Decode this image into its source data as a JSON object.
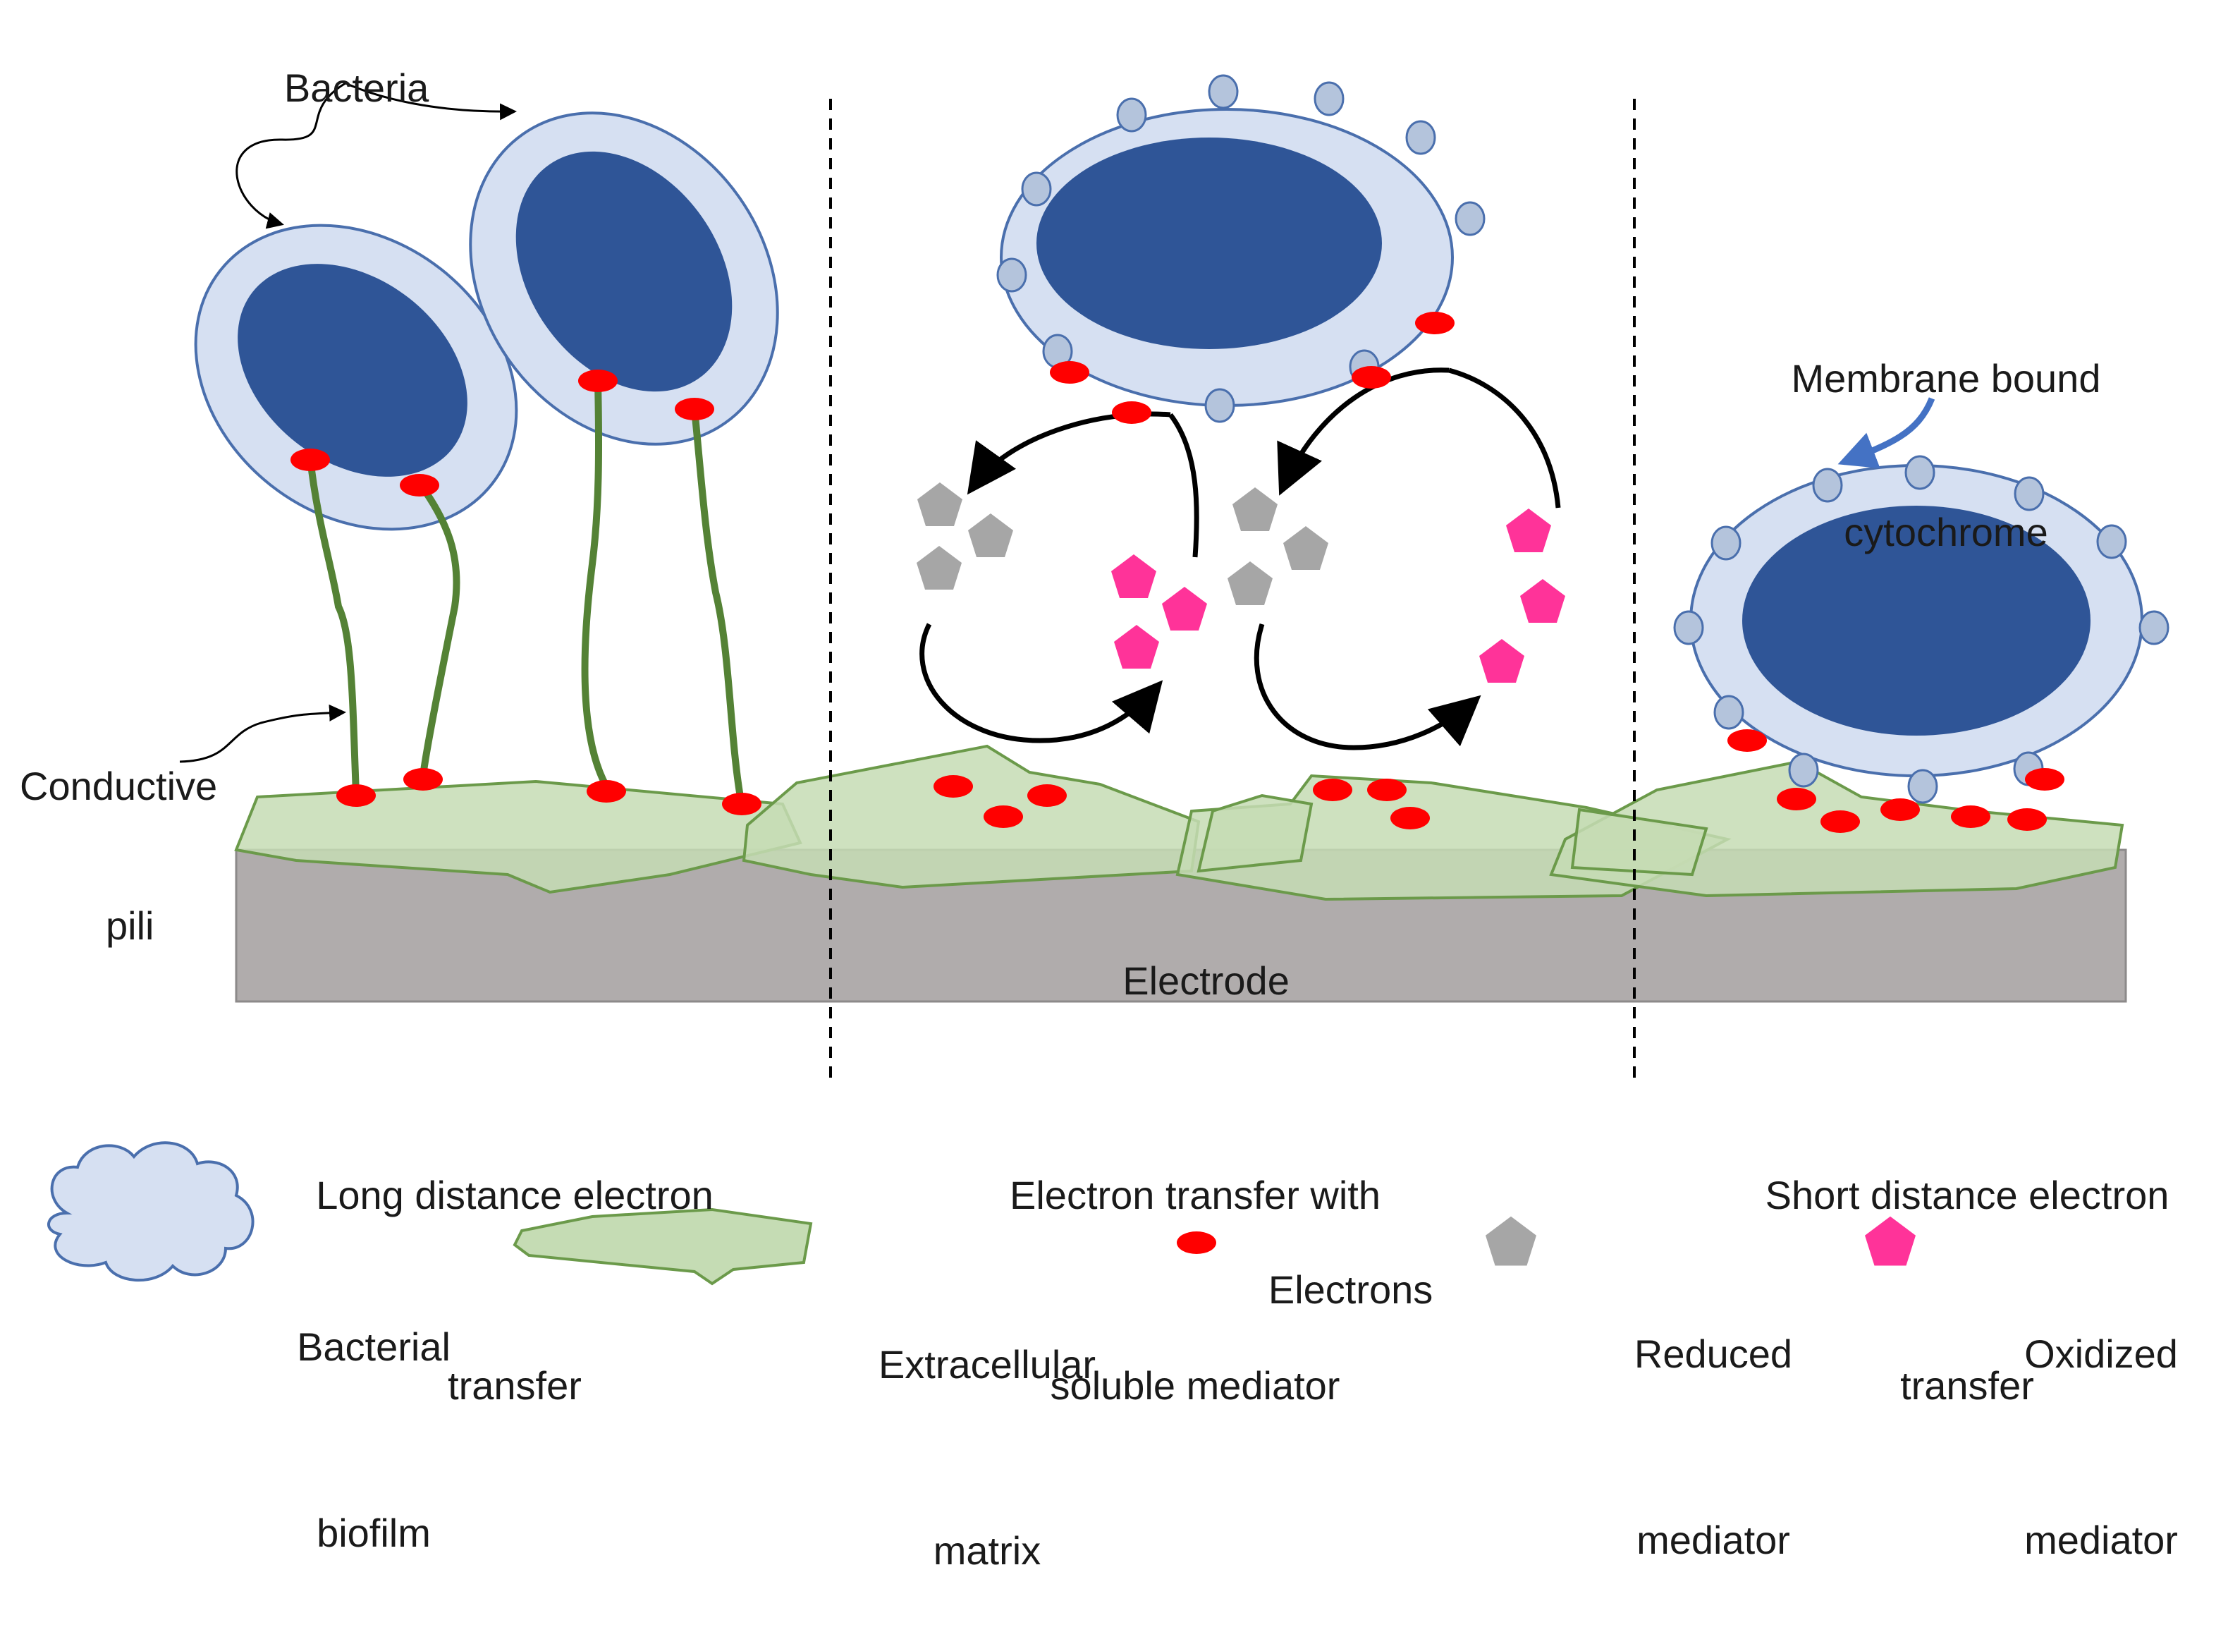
{
  "labels": {
    "bacteria": "Bacteria",
    "conductive_pili_line1": "Conductive",
    "conductive_pili_line2": "pili",
    "membrane_cytochrome_line1": "Membrane bound",
    "membrane_cytochrome_line2": "cytochrome",
    "electrode": "Electrode"
  },
  "sections": [
    {
      "line1": "Long distance electron",
      "line2": "transfer"
    },
    {
      "line1": "Electron transfer with",
      "line2": "soluble mediator"
    },
    {
      "line1": "Short distance electron",
      "line2": "transfer"
    }
  ],
  "legend": [
    {
      "line1": "Bacterial",
      "line2": "biofilm",
      "icon": "cloud-icon"
    },
    {
      "line1": "Extracellular",
      "line2": "matrix",
      "icon": "matrix-icon"
    },
    {
      "line1": "Electrons",
      "line2": "",
      "icon": "electron-icon"
    },
    {
      "line1": "Reduced",
      "line2": "mediator",
      "icon": "pentagon-gray-icon"
    },
    {
      "line1": "Oxidized",
      "line2": "mediator",
      "icon": "pentagon-pink-icon"
    }
  ],
  "colors": {
    "cell_wall": "#d6e0f2",
    "cell_body": "#2f5597",
    "cell_outline": "#4a6fad",
    "cytochrome": "#b4c4dc",
    "pili": "#548235",
    "matrix_fill": "#c5dcb4",
    "matrix_stroke": "#6b9a4a",
    "electrode": "#b0acac",
    "electron": "#ff0000",
    "reduced_mediator": "#a6a6a6",
    "oxidized_mediator": "#ff3399",
    "arrow": "#4472c4"
  }
}
